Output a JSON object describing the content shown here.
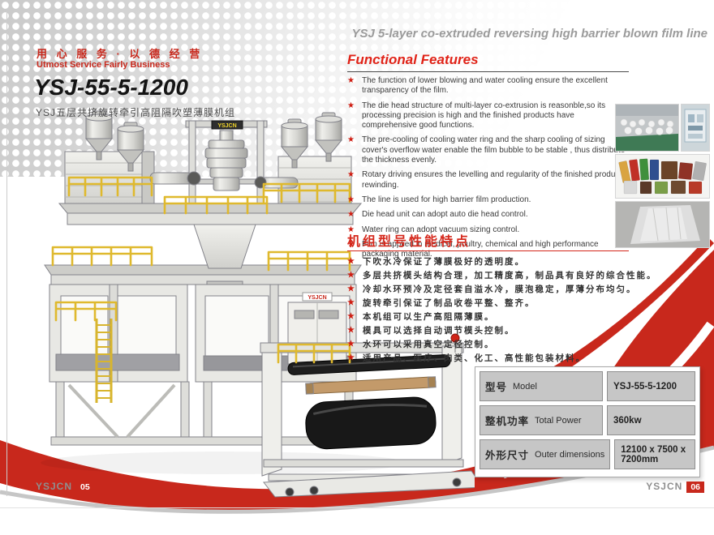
{
  "page_title": "YSJ 5-layer co-extruded reversing high barrier blown film line",
  "header": {
    "slogan_cn": "用 心 服 务 · 以 德 经 营",
    "slogan_en": "Utmost Service Fairly Business",
    "model": "YSJ-55-5-1200",
    "model_desc_cn": "YSJ五层共挤旋转牵引高阻隔吹塑薄膜机组"
  },
  "features_en": {
    "heading": "Functional Features",
    "items": [
      "The function of lower blowing and water cooling ensure the excellent transparency of the film.",
      "The die head structure of multi-layer co-extrusion is reasonble,so its processing precision is high and the finished products have comprehensive good functions.",
      "The pre-cooling of cooling water ring and the sharp cooling of sizing cover's overflow water enable the film bubble to be stable , thus distribute the thickness evenly.",
      "Rotary driving ensures the levelling and regularity of the finished product's rewinding.",
      "The line is used for high barrier film production.",
      "Die head unit can adopt auto die head control.",
      "Water ring can adopt vacuum sizing control.",
      "Film is applied in medical, poultry, chemical and high performance packaging material."
    ]
  },
  "features_cn": {
    "heading": "机组型号性能特点",
    "items": [
      "下吹水冷保证了薄膜极好的透明度。",
      "多层共挤模头结构合理，加工精度高，制品具有良好的综合性能。",
      "冷却水环预冷及定径套自溢水冷，膜泡稳定，厚薄分布均匀。",
      "旋转牵引保证了制品收卷平整、整齐。",
      "本机组可以生产高阻隔薄膜。",
      "模具可以选择自动调节模头控制。",
      "水环可以采用真空定径控制。",
      "适用产品、医疗、肉类、化工、高性能包装材料。"
    ]
  },
  "spec_table": {
    "rows": [
      {
        "label_cn": "型号",
        "label_en": "Model",
        "value": "YSJ-55-5-1200"
      },
      {
        "label_cn": "整机功率",
        "label_en": "Total Power",
        "value": "360kw"
      },
      {
        "label_cn": "外形尺寸",
        "label_en": "Outer dimensions",
        "value": "12100 x 7500 x 7200mm"
      }
    ]
  },
  "machine": {
    "label": "YSJCN"
  },
  "icons": {
    "star": "★"
  },
  "footer": {
    "left": {
      "brand": "YSJCN",
      "page": "05"
    },
    "right": {
      "brand": "YSJCN",
      "page": "06"
    }
  },
  "colors": {
    "accent_red": "#c8281c",
    "star_red": "#cf1d12",
    "title_gray": "#9b9b9b",
    "railing_yellow": "#dfb92e",
    "table_cell_gray": "#c6c6c6"
  }
}
